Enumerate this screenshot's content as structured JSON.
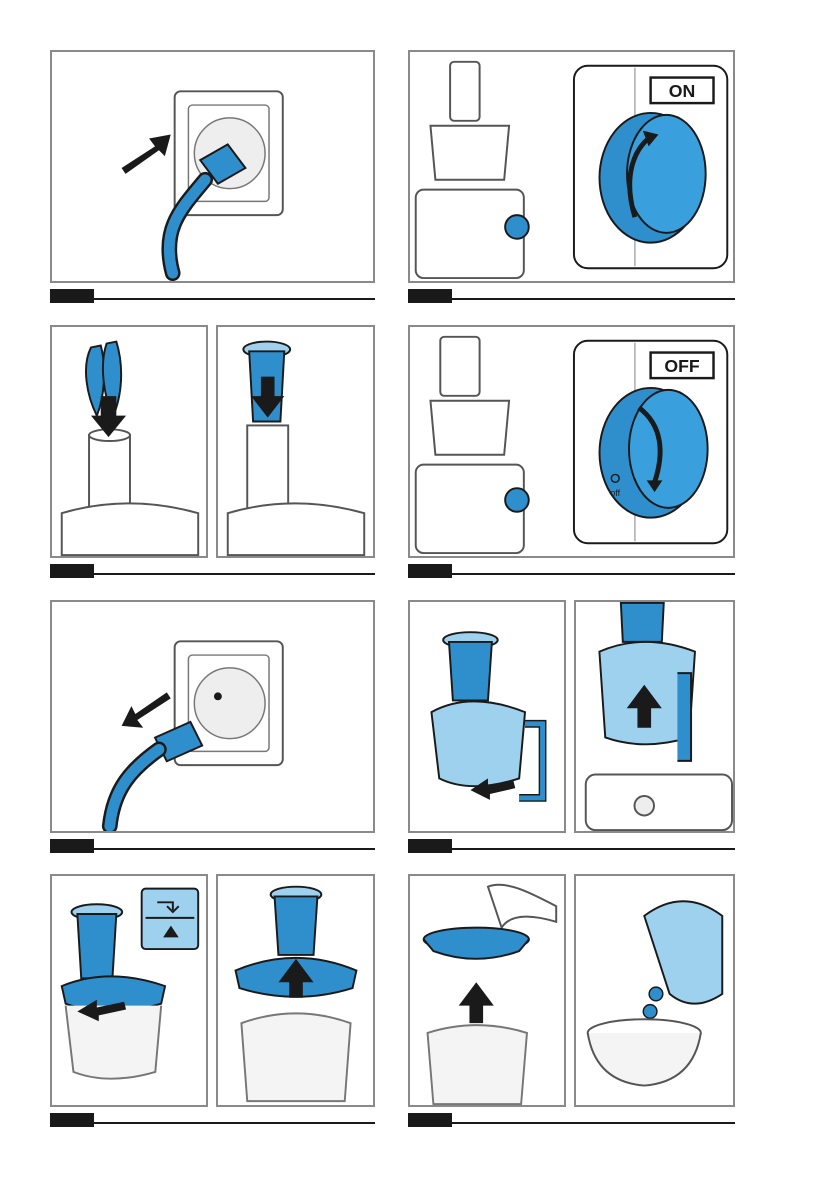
{
  "colors": {
    "accent_blue": "#2f8fcc",
    "dark_blue": "#1f6b9e",
    "light_blue": "#9ed1ee",
    "frame_gray": "#8a8a8a",
    "ink": "#1a1a1a"
  },
  "labels": {
    "on": "ON",
    "off": "OFF",
    "dial_off_text": "off"
  },
  "icons": {
    "plug_in": "plug-into-socket-icon",
    "switch_on": "dial-turn-on-icon",
    "insert_food": "insert-food-pusher-icon",
    "switch_off": "dial-turn-off-icon",
    "unplug": "unplug-from-socket-icon",
    "remove_bowl": "remove-bowl-icon",
    "remove_lid": "remove-lid-icon",
    "remove_disc_empty": "remove-disc-and-empty-bowl-icon"
  }
}
